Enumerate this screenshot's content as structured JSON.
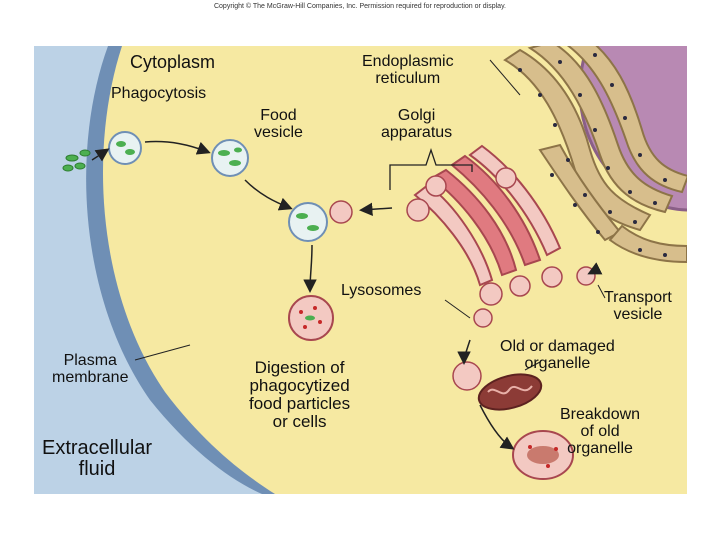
{
  "copyright": "Copyright © The McGraw-Hill Companies, Inc. Permission required for reproduction or display.",
  "labels": {
    "cytoplasm": "Cytoplasm",
    "phagocytosis": "Phagocytosis",
    "food_vesicle": [
      "Food",
      "vesicle"
    ],
    "er": [
      "Endoplasmic",
      "reticulum"
    ],
    "golgi": [
      "Golgi",
      "apparatus"
    ],
    "lysosomes": "Lysosomes",
    "transport_vesicle": [
      "Transport",
      "vesicle"
    ],
    "plasma_membrane": [
      "Plasma",
      "membrane"
    ],
    "digestion": [
      "Digestion of",
      "phagocytized",
      "food particles",
      "or cells"
    ],
    "old_organelle": [
      "Old or damaged",
      "organelle"
    ],
    "breakdown": [
      "Breakdown",
      "of old",
      "organelle"
    ],
    "extracellular": [
      "Extracellular",
      "fluid"
    ]
  },
  "colors": {
    "cytoplasm": "#f6e9a2",
    "extracellular": "#bcd2e6",
    "membrane": "#6f8fb5",
    "er": "#d7be8c",
    "nucleus": "#b889b3",
    "golgi": "#e07a80",
    "lysosome": "#f3c9c2",
    "mitochondrion": "#8c3b36"
  }
}
